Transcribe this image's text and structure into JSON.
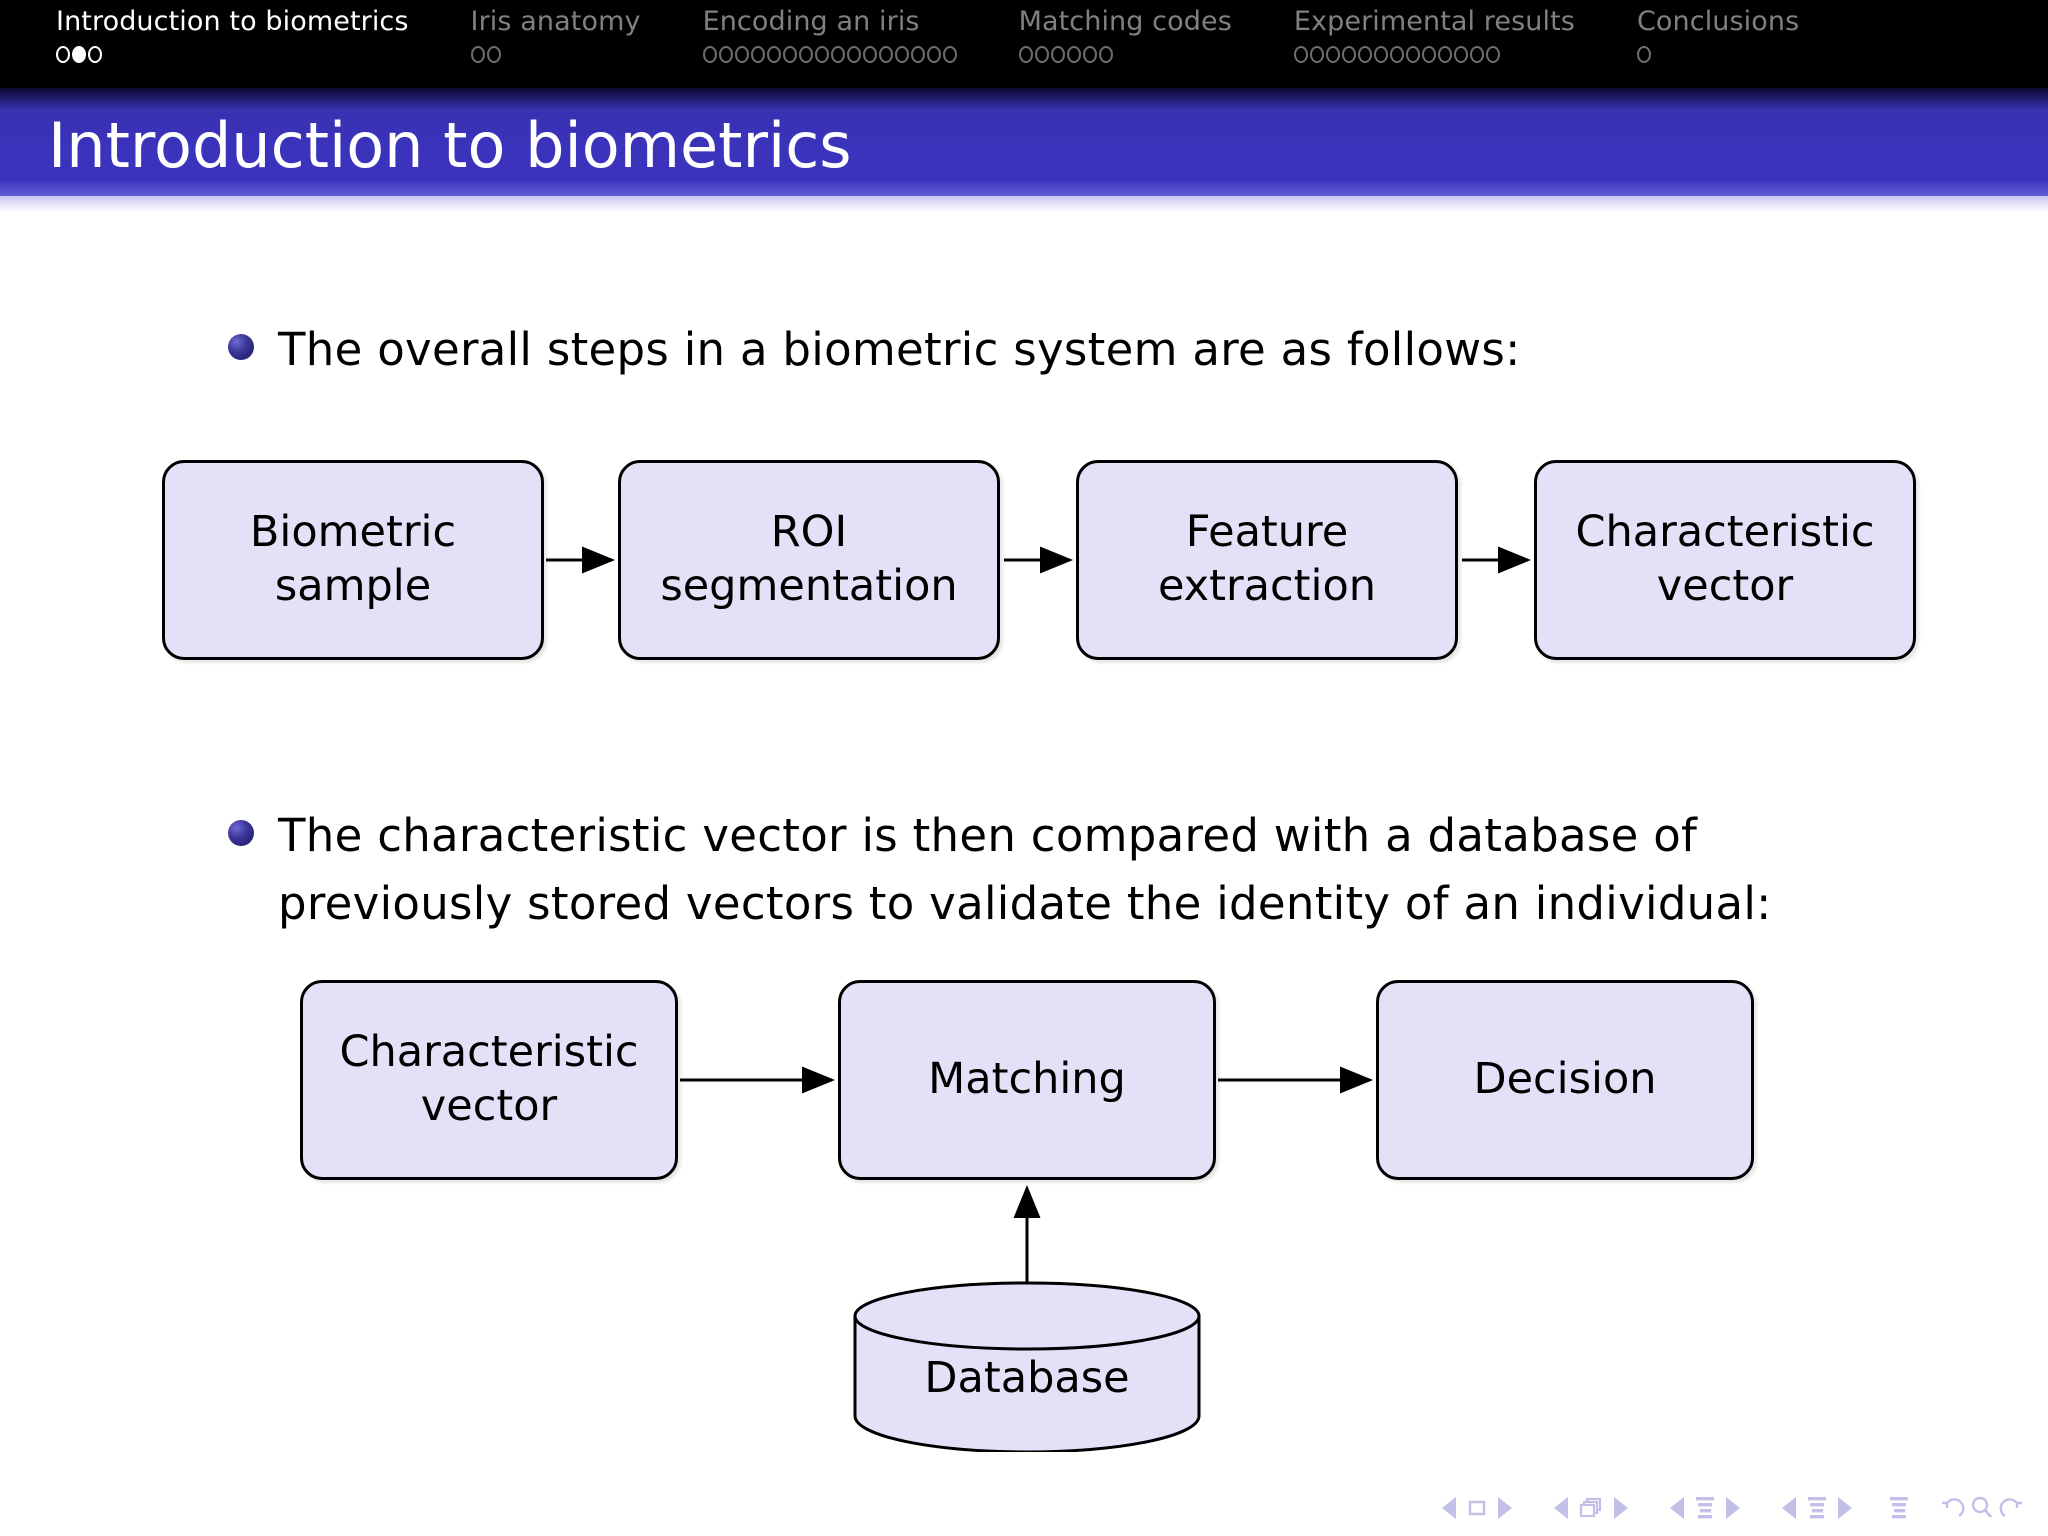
{
  "navbar": {
    "sections": [
      {
        "label": "Introduction to biometrics",
        "dots": 3,
        "active": true,
        "current_dot": 2
      },
      {
        "label": "Iris anatomy",
        "dots": 2,
        "active": false,
        "current_dot": 0
      },
      {
        "label": "Encoding an iris",
        "dots": 16,
        "active": false,
        "current_dot": 0
      },
      {
        "label": "Matching codes",
        "dots": 6,
        "active": false,
        "current_dot": 0
      },
      {
        "label": "Experimental results",
        "dots": 13,
        "active": false,
        "current_dot": 0
      },
      {
        "label": "Conclusions",
        "dots": 1,
        "active": false,
        "current_dot": 0
      }
    ]
  },
  "title": "Introduction to biometrics",
  "body": {
    "bullet1": "The overall steps in a biometric system are as follows:",
    "bullet2_line1": "The characteristic vector is then compared with a database of",
    "bullet2_line2": "previously stored vectors to validate the identity of an individual:"
  },
  "flow1": {
    "box1_line1": "Biometric",
    "box1_line2": "sample",
    "box2_line1": "ROI",
    "box2_line2": "segmentation",
    "box3_line1": "Feature",
    "box3_line2": "extraction",
    "box4_line1": "Characteristic",
    "box4_line2": "vector"
  },
  "flow2": {
    "box1_line1": "Characteristic",
    "box1_line2": "vector",
    "box2": "Matching",
    "box3": "Decision",
    "database": "Database"
  },
  "colors": {
    "title_bar": "#3b33bb",
    "box_fill": "#e2e1f8",
    "box_border": "#000000",
    "nav_inactive": "#808080",
    "nav_active": "#ffffff",
    "beamer_nav_icon": "#c2c0e8",
    "bullet": "#3b3597"
  }
}
